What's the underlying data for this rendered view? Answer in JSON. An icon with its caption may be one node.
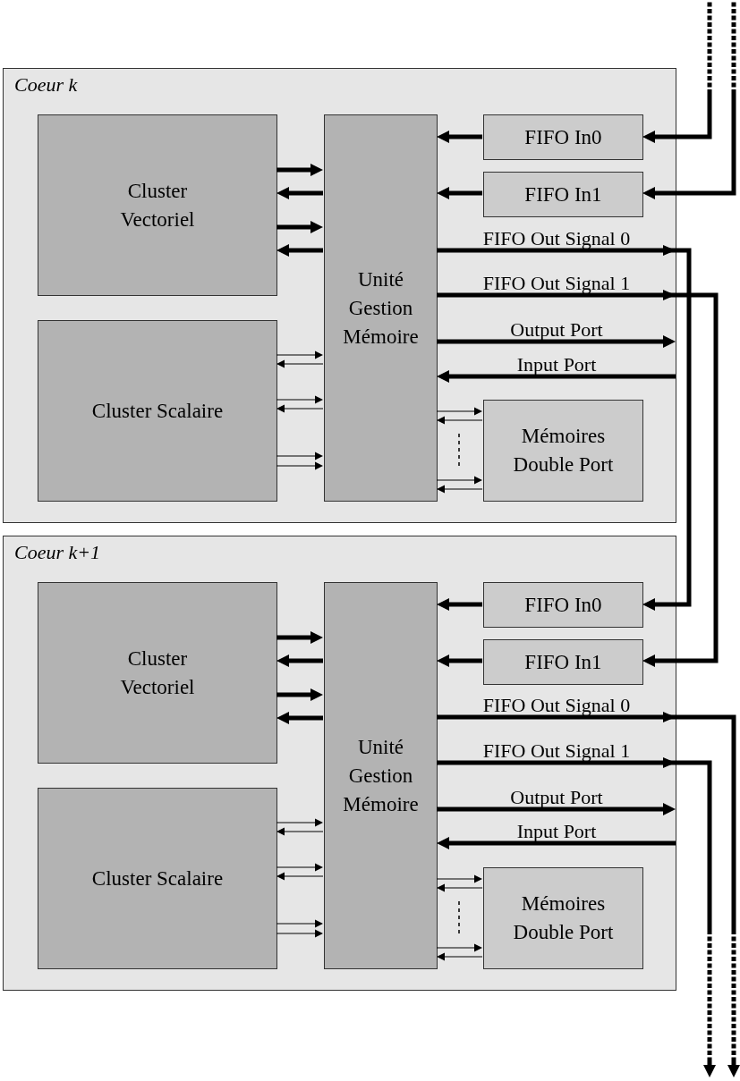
{
  "diagram": {
    "nodes": [
      {
        "text": [
          "Coeur k"
        ]
      },
      {
        "text": [
          "Cluster Vectoriel"
        ],
        "in": 0
      },
      {
        "text": [
          "Unité Gestion Mémoire"
        ],
        "in": 0
      },
      {
        "text": [
          "FIFO In0"
        ],
        "in": 0
      },
      {
        "text": [
          "FIFO In1"
        ],
        "in": 0
      },
      {
        "text": [
          "Cluster Scalaire"
        ],
        "in": 0
      },
      {
        "text": [
          "Mémoires Double Port"
        ],
        "in": 0
      },
      {
        "text": [
          "Coeur k+1"
        ]
      },
      {
        "text": [
          "Cluster Vectoriel"
        ],
        "in": 7
      },
      {
        "text": [
          "Unité Gestion Mémoire"
        ],
        "in": 7
      },
      {
        "text": [
          "FIFO In0"
        ],
        "in": 7
      },
      {
        "text": [
          "FIFO In1"
        ],
        "in": 7
      },
      {
        "text": [
          "Cluster Scalaire"
        ],
        "in": 7
      },
      {
        "text": [
          "Mémoires Double Port"
        ],
        "in": 7
      }
    ],
    "edges": [
      {
        "from": null,
        "to": 3,
        "arrow": "to"
      },
      {
        "from": 3,
        "to": 2,
        "arrow": "to"
      },
      {
        "from": null,
        "to": 4,
        "arrow": "to"
      },
      {
        "from": 4,
        "to": 2,
        "arrow": "to"
      },
      {
        "from": 1,
        "to": 2,
        "arrow": "to"
      },
      {
        "from": 2,
        "to": 1,
        "arrow": "to"
      },
      {
        "from": 1,
        "to": 2,
        "arrow": "to"
      },
      {
        "from": 2,
        "to": 1,
        "arrow": "to"
      },
      {
        "from": 5,
        "to": 2,
        "arrow": "to"
      },
      {
        "from": 2,
        "to": 5,
        "arrow": "to"
      },
      {
        "from": 5,
        "to": 2,
        "arrow": "to"
      },
      {
        "from": 2,
        "to": 5,
        "arrow": "to"
      },
      {
        "from": 5,
        "to": 2,
        "arrow": "to"
      },
      {
        "from": 5,
        "to": 2,
        "arrow": "to"
      },
      {
        "from": 2,
        "to": 6,
        "arrow": "to"
      },
      {
        "from": 6,
        "to": 2,
        "arrow": "to"
      },
      {
        "from": 2,
        "to": 6,
        "arrow": "to"
      },
      {
        "from": 6,
        "to": 2,
        "arrow": "to"
      },
      {
        "from": 2,
        "to": 10,
        "arrow": "to",
        "label": "FIFO Out Signal 0"
      },
      {
        "from": 2,
        "to": 11,
        "arrow": "to",
        "label": "FIFO Out Signal 1"
      },
      {
        "from": 2,
        "to": null,
        "arrow": "to",
        "label": "Output Port"
      },
      {
        "from": null,
        "to": 2,
        "arrow": "to",
        "label": "Input Port"
      },
      {
        "from": 10,
        "to": 9,
        "arrow": "to"
      },
      {
        "from": 11,
        "to": 9,
        "arrow": "to"
      },
      {
        "from": 8,
        "to": 9,
        "arrow": "to"
      },
      {
        "from": 9,
        "to": 8,
        "arrow": "to"
      },
      {
        "from": 8,
        "to": 9,
        "arrow": "to"
      },
      {
        "from": 9,
        "to": 8,
        "arrow": "to"
      },
      {
        "from": 12,
        "to": 9,
        "arrow": "to"
      },
      {
        "from": 9,
        "to": 12,
        "arrow": "to"
      },
      {
        "from": 12,
        "to": 9,
        "arrow": "to"
      },
      {
        "from": 9,
        "to": 12,
        "arrow": "to"
      },
      {
        "from": 12,
        "to": 9,
        "arrow": "to"
      },
      {
        "from": 12,
        "to": 9,
        "arrow": "to"
      },
      {
        "from": 9,
        "to": 13,
        "arrow": "to"
      },
      {
        "from": 13,
        "to": 9,
        "arrow": "to"
      },
      {
        "from": 9,
        "to": 13,
        "arrow": "to"
      },
      {
        "from": 13,
        "to": 9,
        "arrow": "to"
      },
      {
        "from": 9,
        "to": null,
        "arrow": "to",
        "label": "FIFO Out Signal 0"
      },
      {
        "from": 9,
        "to": null,
        "arrow": "to",
        "label": "FIFO Out Signal 1"
      },
      {
        "from": 9,
        "to": null,
        "arrow": "to",
        "label": "Output Port"
      },
      {
        "from": null,
        "to": 9,
        "arrow": "to",
        "label": "Input Port"
      }
    ]
  }
}
